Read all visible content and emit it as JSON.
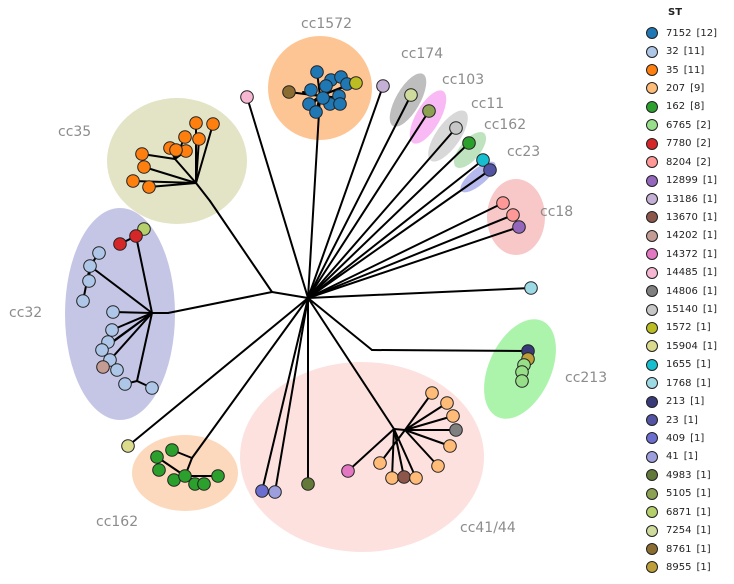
{
  "legend": {
    "title": "ST",
    "items": [
      {
        "st": "7152",
        "count": "[12]",
        "color": "#1f77b4"
      },
      {
        "st": "32",
        "count": "[11]",
        "color": "#aec7e8"
      },
      {
        "st": "35",
        "count": "[11]",
        "color": "#ff7f0e"
      },
      {
        "st": "207",
        "count": "[9]",
        "color": "#ffbb78"
      },
      {
        "st": "162",
        "count": "[8]",
        "color": "#2ca02c"
      },
      {
        "st": "6765",
        "count": "[2]",
        "color": "#98df8a"
      },
      {
        "st": "7780",
        "count": "[2]",
        "color": "#d62728"
      },
      {
        "st": "8204",
        "count": "[2]",
        "color": "#ff9896"
      },
      {
        "st": "12899",
        "count": "[1]",
        "color": "#9467bd"
      },
      {
        "st": "13186",
        "count": "[1]",
        "color": "#c5b0d5"
      },
      {
        "st": "13670",
        "count": "[1]",
        "color": "#8c564b"
      },
      {
        "st": "14202",
        "count": "[1]",
        "color": "#c49c94"
      },
      {
        "st": "14372",
        "count": "[1]",
        "color": "#e377c2"
      },
      {
        "st": "14485",
        "count": "[1]",
        "color": "#f7b6d2"
      },
      {
        "st": "14806",
        "count": "[1]",
        "color": "#7f7f7f"
      },
      {
        "st": "15140",
        "count": "[1]",
        "color": "#c7c7c7"
      },
      {
        "st": "1572",
        "count": "[1]",
        "color": "#bcbd22"
      },
      {
        "st": "15904",
        "count": "[1]",
        "color": "#dbdb8d"
      },
      {
        "st": "1655",
        "count": "[1]",
        "color": "#17becf"
      },
      {
        "st": "1768",
        "count": "[1]",
        "color": "#9edae5"
      },
      {
        "st": "213",
        "count": "[1]",
        "color": "#393b79"
      },
      {
        "st": "23",
        "count": "[1]",
        "color": "#5254a3"
      },
      {
        "st": "409",
        "count": "[1]",
        "color": "#6b6ecf"
      },
      {
        "st": "41",
        "count": "[1]",
        "color": "#9c9ede"
      },
      {
        "st": "4983",
        "count": "[1]",
        "color": "#637939"
      },
      {
        "st": "5105",
        "count": "[1]",
        "color": "#8ca252"
      },
      {
        "st": "6871",
        "count": "[1]",
        "color": "#b5cf6b"
      },
      {
        "st": "7254",
        "count": "[1]",
        "color": "#cedb9c"
      },
      {
        "st": "8761",
        "count": "[1]",
        "color": "#8c6d31"
      },
      {
        "st": "8955",
        "count": "[1]",
        "color": "#bd9e39"
      }
    ]
  },
  "clusters": [
    {
      "name": "cc1572",
      "color": "#fdae6b"
    },
    {
      "name": "cc174",
      "color": "#a5a5a5"
    },
    {
      "name": "cc103",
      "color": "#f59ef0"
    },
    {
      "name": "cc11",
      "color": "#c9c9c9"
    },
    {
      "name": "cc162",
      "color": "#a6d8a6"
    },
    {
      "name": "cc23",
      "color": "#9a9ee6"
    },
    {
      "name": "cc18",
      "color": "#f5b3b3"
    },
    {
      "name": "cc35",
      "color": "#d8d8b0"
    },
    {
      "name": "cc32",
      "color": "#aeb0dc"
    },
    {
      "name": "cc213",
      "color": "#8cee8c"
    },
    {
      "name": "cc162",
      "color": "#fbcaa3"
    },
    {
      "name": "cc41/44",
      "color": "#fbd6d2"
    }
  ]
}
